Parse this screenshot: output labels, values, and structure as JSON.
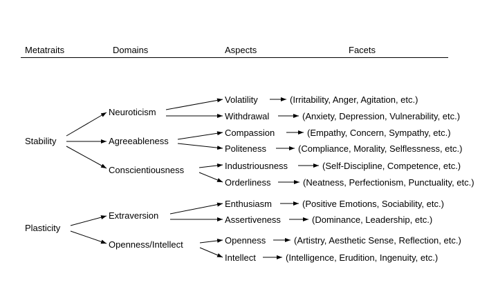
{
  "headers": {
    "metatraits": "Metatraits",
    "domains": "Domains",
    "aspects": "Aspects",
    "facets": "Facets"
  },
  "metatraits": [
    "Stability",
    "Plasticity"
  ],
  "domains": [
    "Neuroticism",
    "Agreeableness",
    "Conscientiousness",
    "Extraversion",
    "Openness/Intellect"
  ],
  "aspects": [
    {
      "name": "Volatility",
      "facets": "(Irritability, Anger, Agitation, etc.)"
    },
    {
      "name": "Withdrawal",
      "facets": "(Anxiety, Depression, Vulnerability, etc.)"
    },
    {
      "name": "Compassion",
      "facets": "(Empathy, Concern, Sympathy, etc.)"
    },
    {
      "name": "Politeness",
      "facets": "(Compliance, Morality, Selflessness, etc.)"
    },
    {
      "name": "Industriousness",
      "facets": "(Self-Discipline, Competence, etc.)"
    },
    {
      "name": "Orderliness",
      "facets": "(Neatness, Perfectionism, Punctuality, etc.)"
    },
    {
      "name": "Enthusiasm",
      "facets": "(Positive Emotions, Sociability, etc.)"
    },
    {
      "name": "Assertiveness",
      "facets": "(Dominance, Leadership, etc.)"
    },
    {
      "name": "Openness",
      "facets": "(Artistry, Aesthetic Sense, Reflection, etc.)"
    },
    {
      "name": "Intellect",
      "facets": "(Intelligence, Erudition, Ingenuity, etc.)"
    }
  ]
}
